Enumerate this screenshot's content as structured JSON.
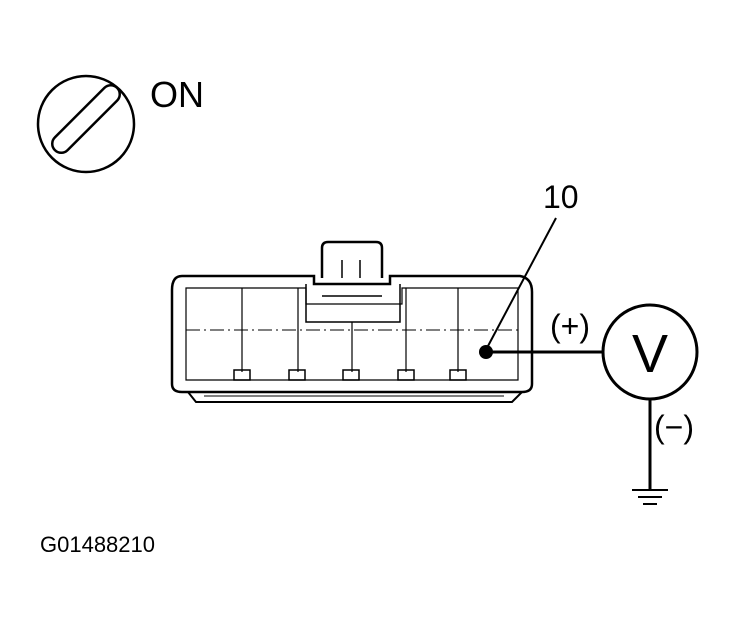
{
  "ignition": {
    "state_label": "ON",
    "icon": "ignition-key-icon"
  },
  "connector": {
    "terminal_number": "10",
    "icon": "connector-icon"
  },
  "voltmeter": {
    "symbol": "V",
    "positive_label": "(+)",
    "negative_label": "(−)",
    "icon": "voltmeter-icon"
  },
  "ground": {
    "icon": "ground-icon"
  },
  "figure": {
    "code": "G01488210"
  },
  "colors": {
    "line": "#000000",
    "background": "#ffffff"
  }
}
